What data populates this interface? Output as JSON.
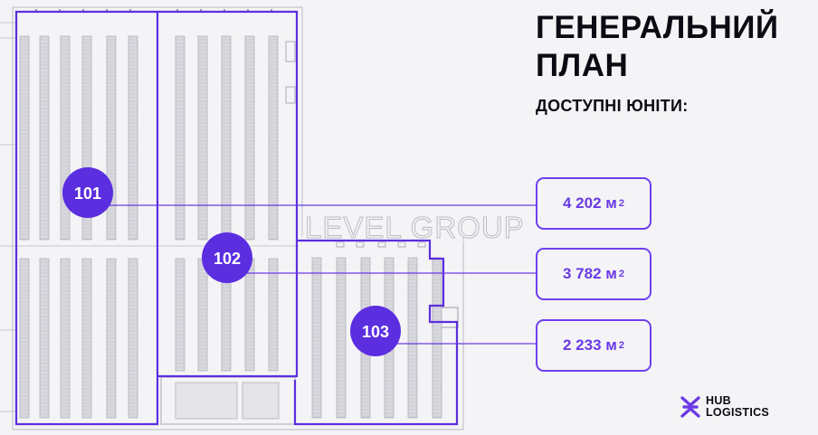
{
  "title_lines": [
    "ГЕНЕРАЛЬНИЙ",
    "ПЛАН"
  ],
  "subtitle": "ДОСТУПНІ ЮНІТИ:",
  "units": [
    {
      "id": "101",
      "area": "4 202",
      "unit": "м",
      "unit_power": "2"
    },
    {
      "id": "102",
      "area": "3 782",
      "unit": "м",
      "unit_power": "2"
    },
    {
      "id": "103",
      "area": "2 233",
      "unit": "м",
      "unit_power": "2"
    }
  ],
  "watermark": "LEVEL GROUP",
  "logo": {
    "line1": "HUB",
    "line2": "LOGISTICS"
  },
  "colors": {
    "accent": "#5b2ee0",
    "box_border": "#6f3ff0",
    "line": "#6a3ae6",
    "plan_lines": "#b9b9c2"
  }
}
